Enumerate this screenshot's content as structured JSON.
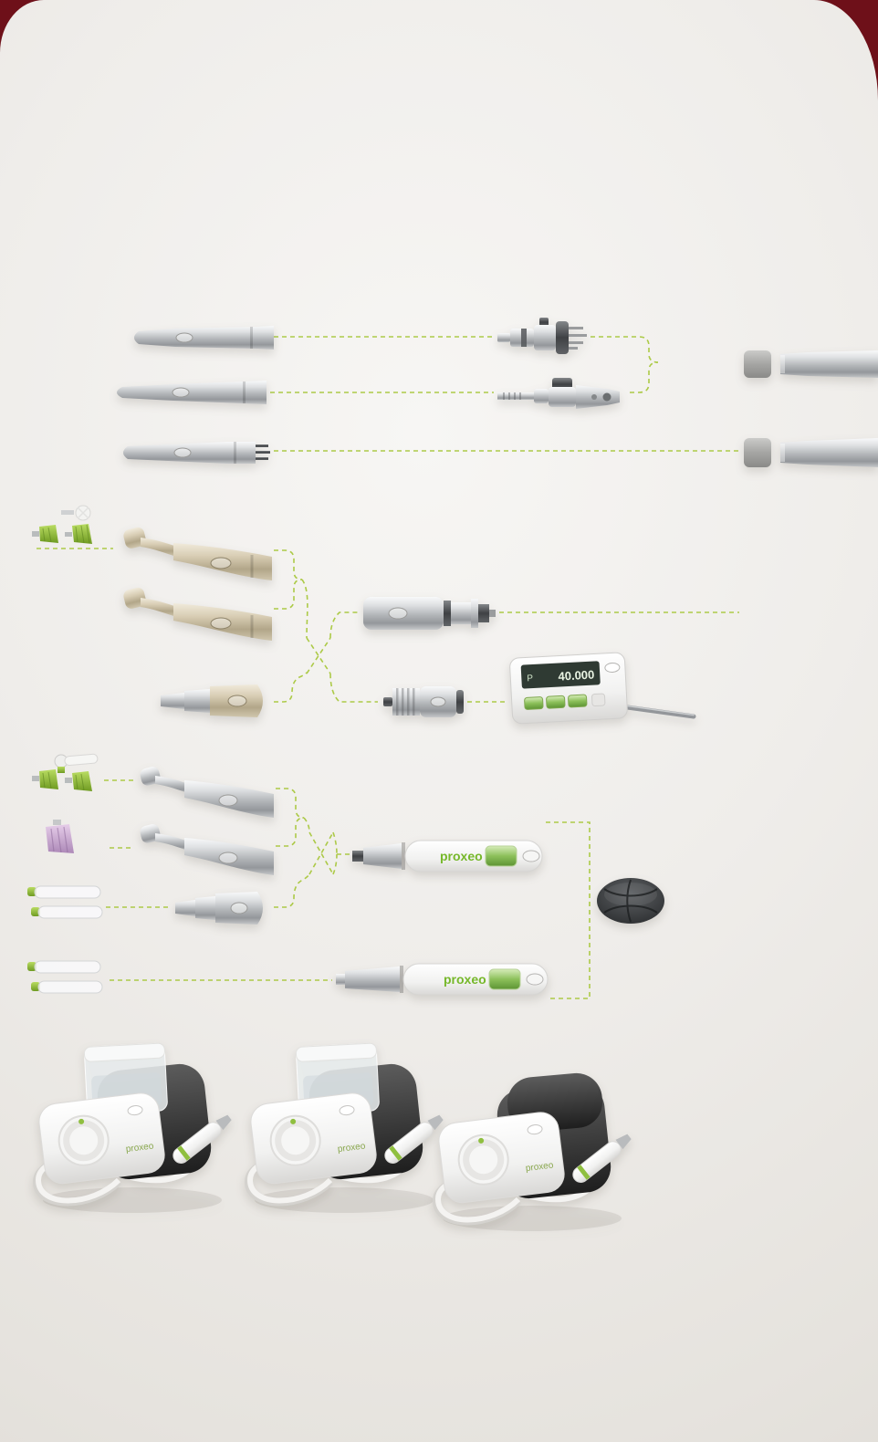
{
  "theme": {
    "corner_red": "#6e1019",
    "accent_green": "#a9c83f",
    "background": "#edebe8"
  },
  "control_unit": {
    "mode_label": "P",
    "speed_value": "40.000"
  },
  "brands": {
    "proxeo": "proxeo"
  }
}
